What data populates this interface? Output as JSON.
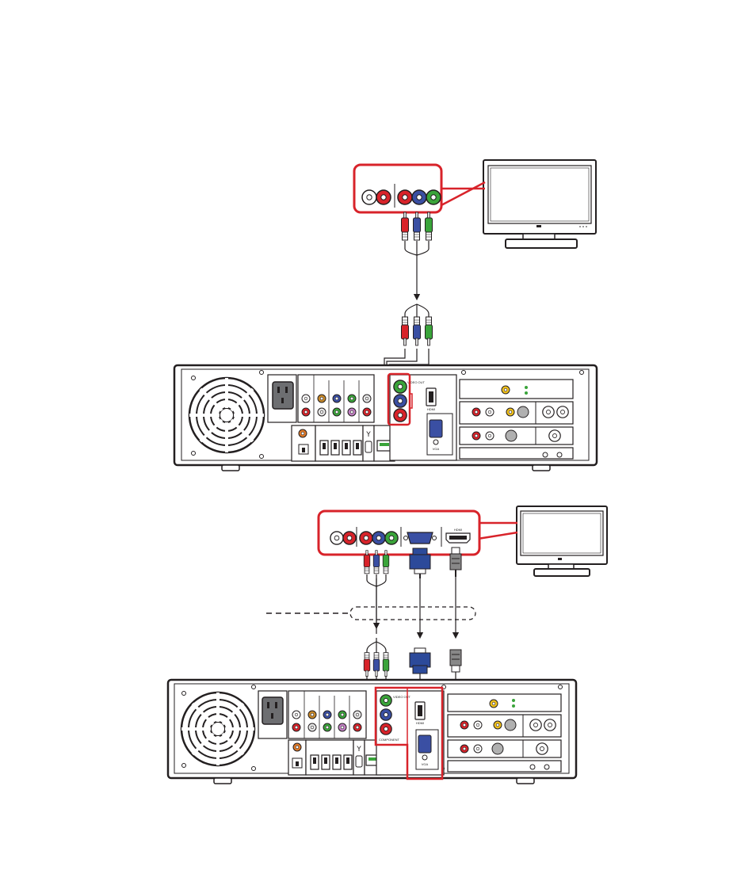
{
  "diagram": {
    "top": {
      "tv_panel_jacks": [
        "white-audio",
        "red-audio",
        "red-video",
        "blue-video",
        "green-video"
      ],
      "cable_plugs": [
        "red",
        "blue",
        "green"
      ],
      "pc_video_out_label": "VIDEO OUT",
      "pc_hdmi_label": "HDMI",
      "pc_vga_label": "VGA"
    },
    "bottom": {
      "tv_panel_jacks": [
        "white-audio",
        "red-audio",
        "red-video",
        "blue-video",
        "green-video",
        "vga",
        "hdmi"
      ],
      "pc_video_out_label": "VIDEO OUT",
      "pc_component_label": "COMPONENT",
      "pc_hdmi_label": "HDMI",
      "pc_vga_label": "VGA",
      "tv_hdmi_label": "HDMI"
    },
    "colors": {
      "highlight": "#d8232a",
      "red_plug": "#d8232a",
      "blue_plug": "#3a4fa3",
      "green_plug": "#3aa43a",
      "vga_plug": "#2c4a9a",
      "hdmi_plug": "#888888",
      "outline": "#231f20"
    }
  }
}
